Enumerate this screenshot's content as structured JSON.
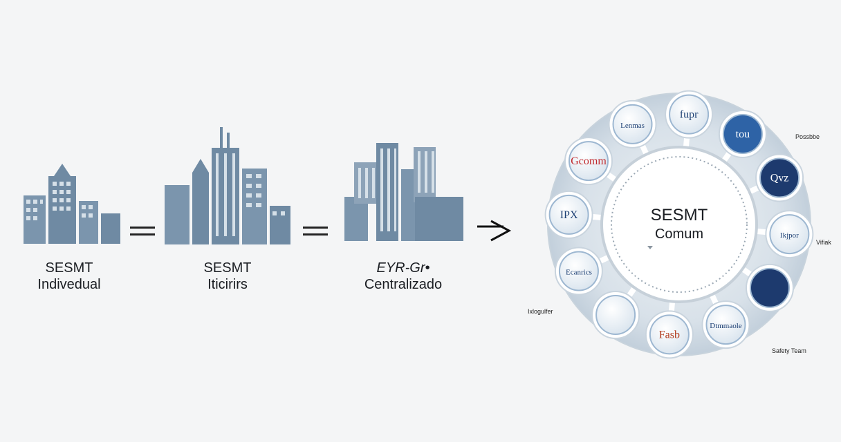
{
  "groups": [
    {
      "line1": "SESMT",
      "line2": "Indivedual"
    },
    {
      "line1": "SESMT",
      "line2": "Iticirirs"
    },
    {
      "line1": "EYR-Gr•",
      "line2": "Centralizado"
    }
  ],
  "hub": {
    "line1": "SESMT",
    "line2": "Comum"
  },
  "badges": [
    {
      "text": "Lenmas",
      "bg": "#ffffff",
      "fg": "#1c3f73"
    },
    {
      "text": "fupr",
      "bg": "#ffffff",
      "fg": "#1c3f73"
    },
    {
      "text": "tou",
      "bg": "#2e63a6",
      "fg": "#ffffff"
    },
    {
      "text": "Qvz",
      "bg": "#1d3a6e",
      "fg": "#ffffff"
    },
    {
      "text": "Ikjpor",
      "bg": "#ffffff",
      "fg": "#1c3f73"
    },
    {
      "text": "",
      "bg": "#1d3a6e",
      "fg": "#ffffff"
    },
    {
      "text": "Dtmmaole",
      "bg": "#ffffff",
      "fg": "#1c3f73"
    },
    {
      "text": "Fasb",
      "bg": "#ffffff",
      "fg": "#b23a1b"
    },
    {
      "text": "",
      "bg": "#ffffff",
      "fg": "#b23a1b"
    },
    {
      "text": "Ecanrics",
      "bg": "#ffffff",
      "fg": "#1c3f73"
    },
    {
      "text": "IPX",
      "bg": "#ffffff",
      "fg": "#1c3f73"
    },
    {
      "text": "Gcomm",
      "bg": "#ffffff",
      "fg": "#c0282c"
    }
  ],
  "side_labels": {
    "top_right": "Possbbe",
    "right": "Vifiak",
    "bottom_left": "Ixlogulfer",
    "bottom_right": "Safety Team"
  },
  "colors": {
    "building": "#6f8aa3",
    "building_dark": "#56708a",
    "ring": "#c8d3dc",
    "badge_ring": "#9db7d1"
  }
}
